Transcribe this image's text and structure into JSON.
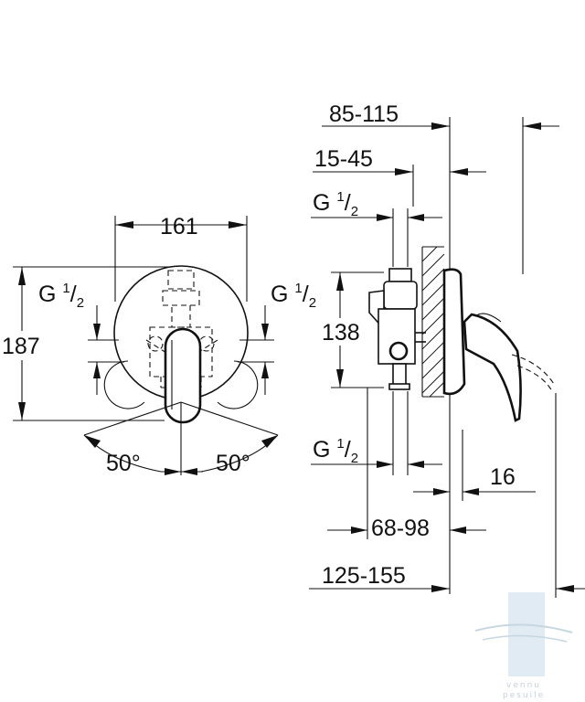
{
  "front_view": {
    "width": "161",
    "height": "187",
    "thread_left": {
      "base": "G ",
      "num": "1",
      "den": "2"
    },
    "thread_right": {
      "base": "G ",
      "num": "1",
      "den": "2"
    },
    "angle_left": "50°",
    "angle_right": "50°"
  },
  "side_view": {
    "overall_top": "85-115",
    "depth_upper": "15-45",
    "thread_top": {
      "base": "G ",
      "num": "1",
      "den": "2"
    },
    "height_138": "138",
    "thread_bottom": {
      "base": "G ",
      "num": "1",
      "den": "2"
    },
    "offset_16": "16",
    "depth_lower": "68-98",
    "overall_bottom": "125-155"
  },
  "watermark": {
    "line1": "vennu",
    "line2": "pesuile"
  },
  "colors": {
    "line": "#111111",
    "watermark": "#9ab8cc"
  }
}
